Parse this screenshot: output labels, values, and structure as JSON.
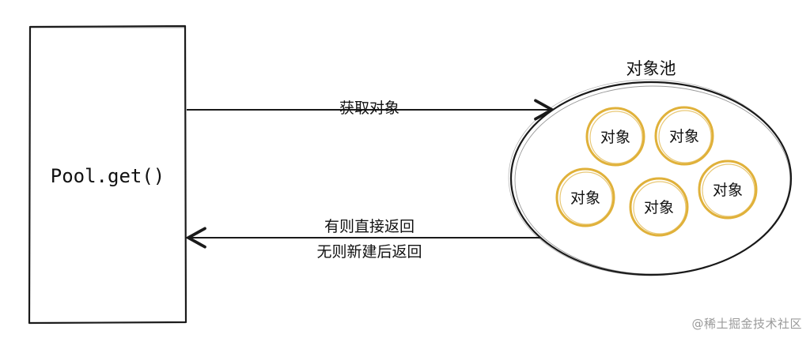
{
  "caller_box": {
    "label": "Pool.get()"
  },
  "pool": {
    "title": "对象池",
    "objects": [
      "对象",
      "对象",
      "对象",
      "对象",
      "对象"
    ]
  },
  "arrows": {
    "get_label": "获取对象",
    "return_label_line1": "有则直接返回",
    "return_label_line2": "无则新建后返回"
  },
  "watermark": "@稀土掘金技术社区",
  "colors": {
    "stroke": "#1a1a1a",
    "object_ring": "#e0b13a",
    "background": "#ffffff"
  }
}
